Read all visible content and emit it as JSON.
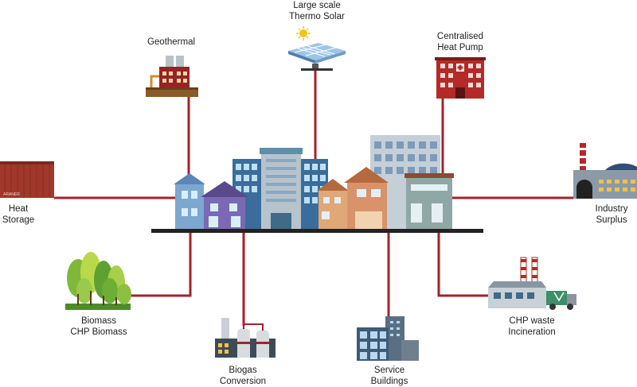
{
  "colors": {
    "connector": "#a3232a",
    "ground": "#222222",
    "label": "#222222"
  },
  "labels": {
    "geothermal": [
      "Geothermal"
    ],
    "thermo_solar": [
      "Large scale",
      "Thermo Solar"
    ],
    "heat_pump": [
      "Centralised",
      "Heat Pump"
    ],
    "heat_storage": [
      "Heat",
      "Storage"
    ],
    "industry_surplus": [
      "Industry",
      "Surplus"
    ],
    "biomass": [
      "Biomass",
      "CHP Biomass"
    ],
    "biogas": [
      "Biogas",
      "Conversion"
    ],
    "service_buildings": [
      "Service",
      "Buildings"
    ],
    "chp_waste": [
      "CHP waste",
      "Incineration"
    ]
  },
  "tank_brand": "ARANER",
  "icons": [
    "geothermal-plant-icon",
    "solar-panel-icon",
    "heat-pump-building-icon",
    "storage-tank-icon",
    "factory-icon",
    "forest-icon",
    "biogas-plant-icon",
    "office-building-icon",
    "incineration-plant-icon",
    "city-buildings-icon"
  ]
}
